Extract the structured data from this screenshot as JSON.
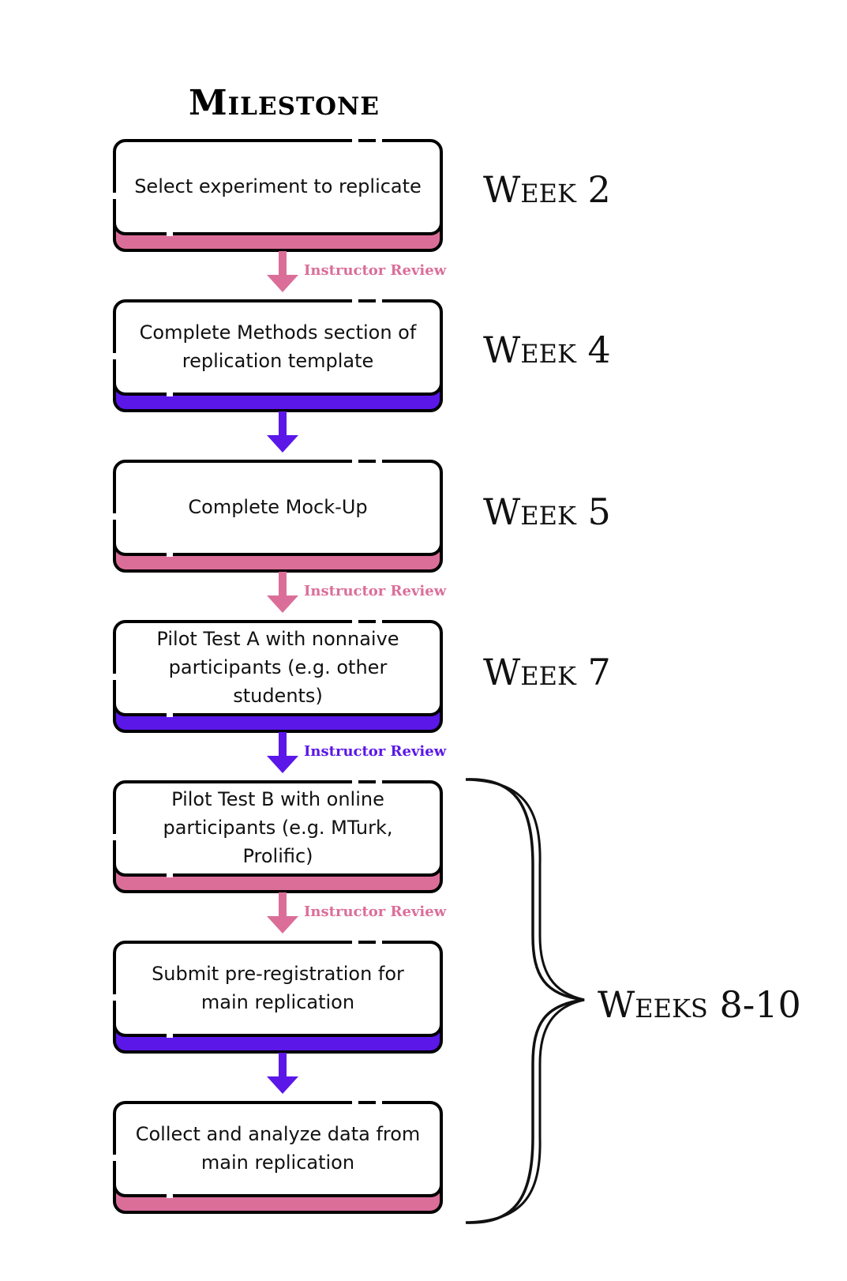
{
  "title": "Milestone",
  "colors": {
    "pink": "#DB6E99",
    "purple": "#5B17E8",
    "outline": "#000000"
  },
  "steps": [
    {
      "label": "Select experiment to replicate",
      "accent": "pink"
    },
    {
      "label": "Complete Methods section of replication template",
      "accent": "purple"
    },
    {
      "label": "Complete Mock-Up",
      "accent": "pink"
    },
    {
      "label": "Pilot Test A with nonnaive participants (e.g. other students)",
      "accent": "purple"
    },
    {
      "label": "Pilot Test B with online participants (e.g. MTurk, Prolific)",
      "accent": "pink"
    },
    {
      "label": "Submit pre-registration for main replication",
      "accent": "purple"
    },
    {
      "label": "Collect and analyze data from main replication",
      "accent": "pink"
    }
  ],
  "connectors": [
    {
      "label": "Instructor Review",
      "color": "pink"
    },
    {
      "label": "",
      "color": "purple"
    },
    {
      "label": "Instructor Review",
      "color": "pink"
    },
    {
      "label": "Instructor Review",
      "color": "purple"
    },
    {
      "label": "Instructor Review",
      "color": "pink"
    },
    {
      "label": "",
      "color": "purple"
    }
  ],
  "weeks": [
    "Week 2",
    "Week 4",
    "Week 5",
    "Week 7"
  ],
  "week_range": "Weeks 8-10"
}
